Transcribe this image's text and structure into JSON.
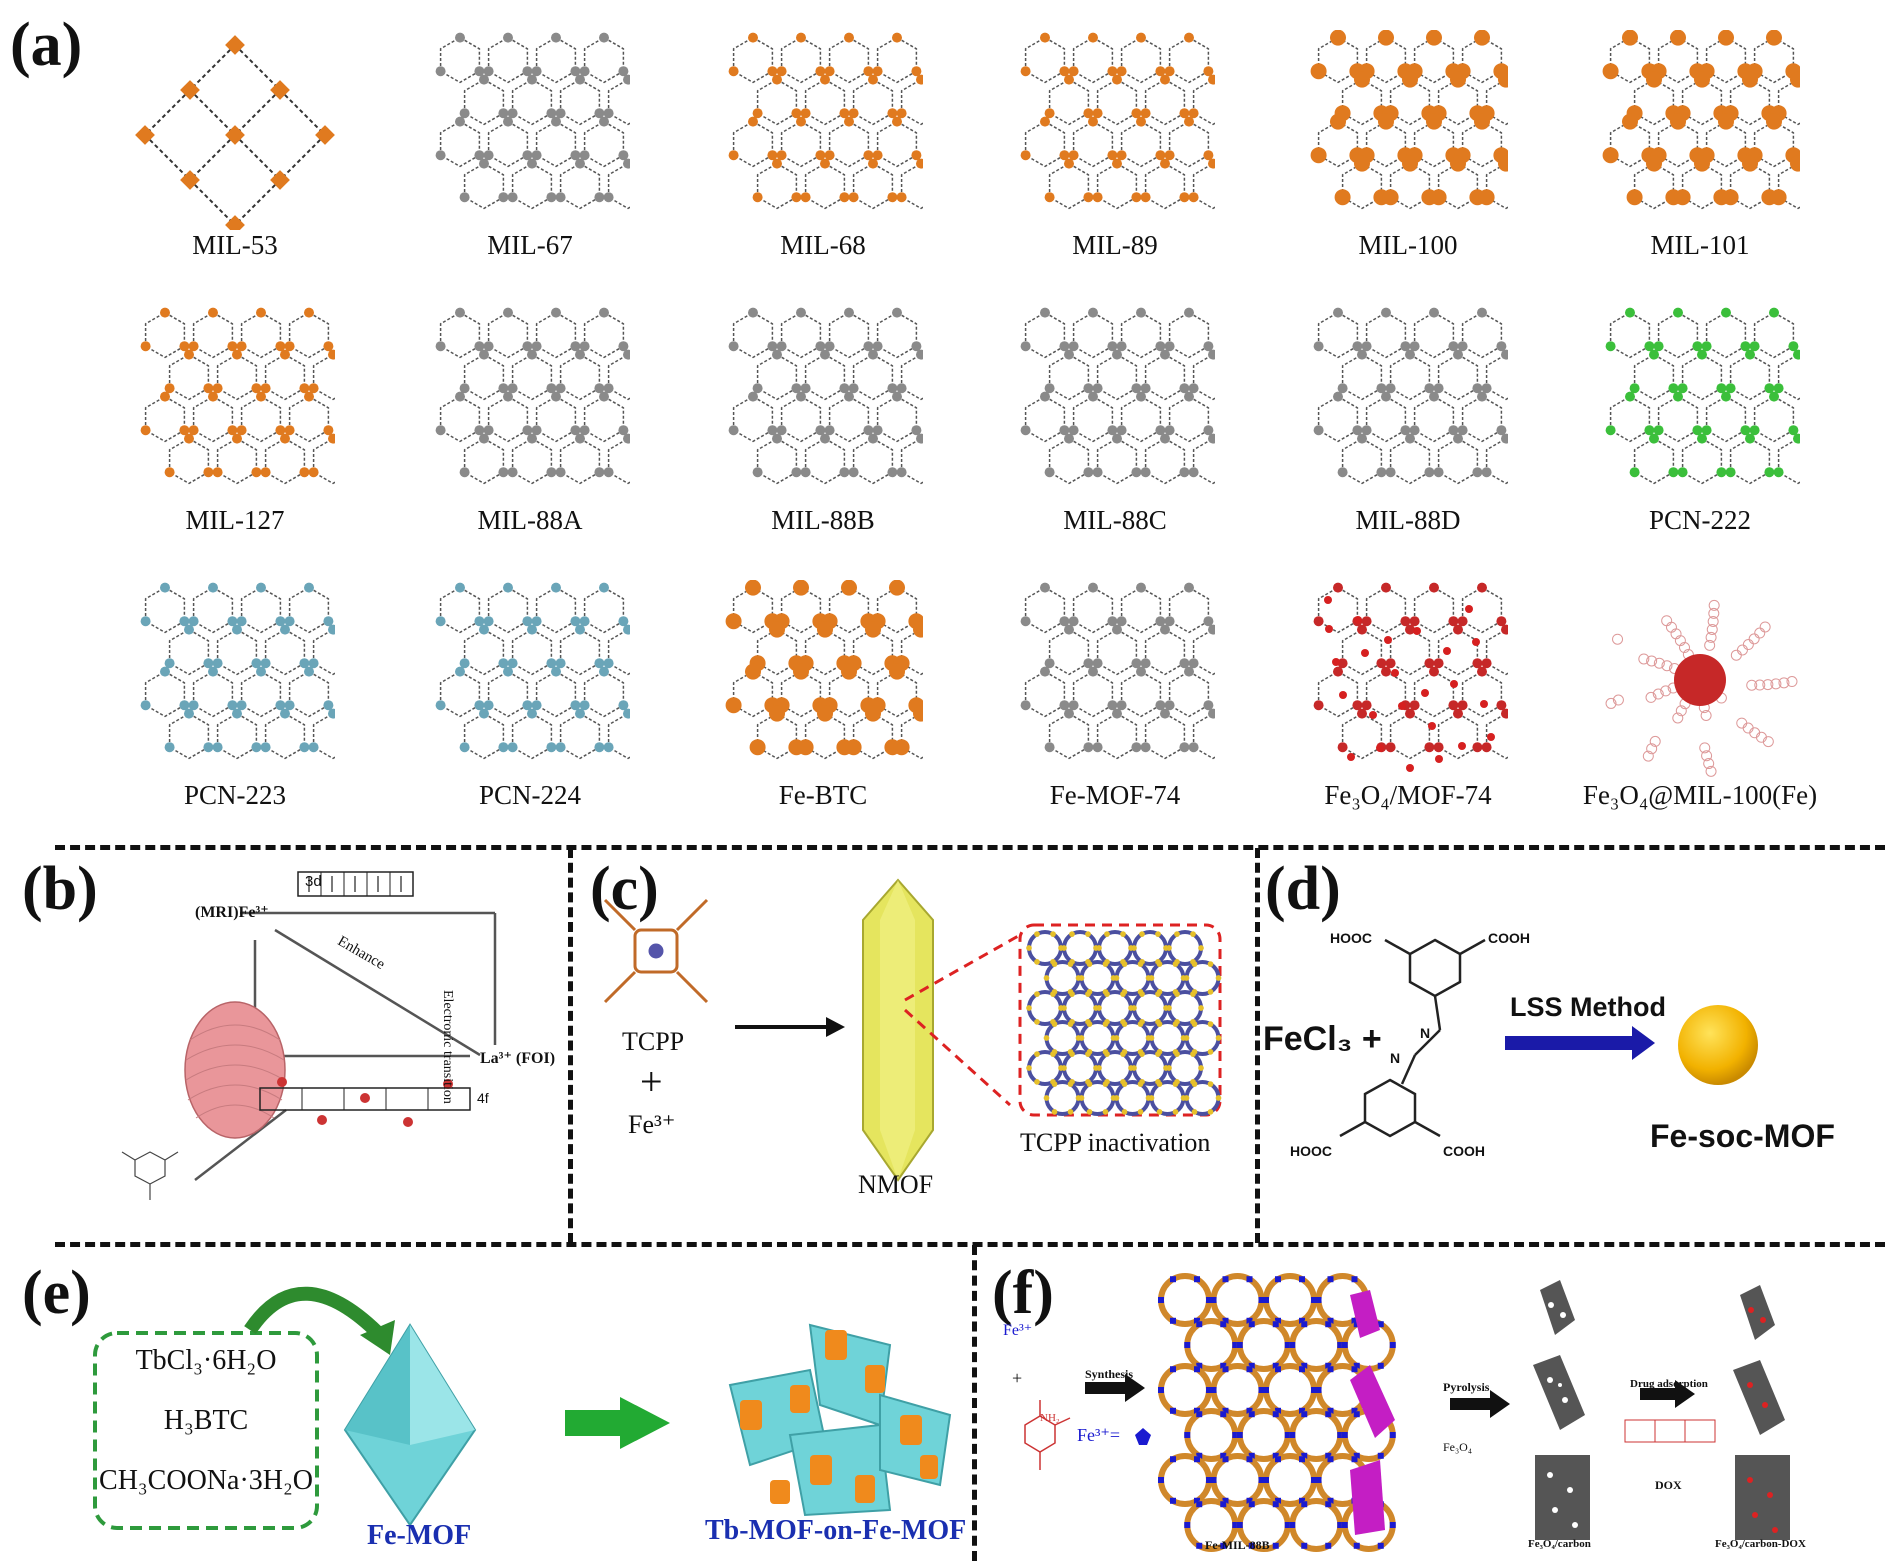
{
  "panels": {
    "a": {
      "letter": "(a)",
      "structures": [
        {
          "label": "MIL-53"
        },
        {
          "label": "MIL-67"
        },
        {
          "label": "MIL-68"
        },
        {
          "label": "MIL-89"
        },
        {
          "label": "MIL-100"
        },
        {
          "label": "MIL-101"
        },
        {
          "label": "MIL-127"
        },
        {
          "label": "MIL-88A"
        },
        {
          "label": "MIL-88B"
        },
        {
          "label": "MIL-88C"
        },
        {
          "label": "MIL-88D"
        },
        {
          "label": "PCN-222"
        },
        {
          "label": "PCN-223"
        },
        {
          "label": "PCN-224"
        },
        {
          "label": "Fe-BTC"
        },
        {
          "label": "Fe-MOF-74"
        },
        {
          "label": "Fe₃O₄/MOF-74"
        },
        {
          "label": "Fe₃O₄@MIL-100(Fe)"
        }
      ]
    },
    "b": {
      "letter": "(b)",
      "orbital_3d": "3d",
      "orbital_4f": "4f",
      "mri_label": "(MRI)Fe³⁺",
      "enhance": "Enhance",
      "electronic_transition": "Electronic transition",
      "la_label": "La³⁺ (FOI)"
    },
    "c": {
      "letter": "(c)",
      "tcpp": "TCPP",
      "plus": "+",
      "fe": "Fe³⁺",
      "nmof": "NMOF",
      "inactivation": "TCPP inactivation"
    },
    "d": {
      "letter": "(d)",
      "cooh": "COOH",
      "hooc": "HOOC",
      "n": "N",
      "fecl3": "FeCl₃ +",
      "method": "LSS Method",
      "product": "Fe-soc-MOF"
    },
    "e": {
      "letter": "(e)",
      "reagents": [
        "TbCl₃·6H₂O",
        "H₃BTC",
        "CH₃COONa·3H₂O"
      ],
      "fe_mof": "Fe-MOF",
      "tb_on_fe": "Tb-MOF-on-Fe-MOF"
    },
    "f": {
      "letter": "(f)",
      "fe3": "Fe³⁺",
      "plus": "+",
      "nh2": "NH₂",
      "synthesis": "Synthesis",
      "fe3_eq": "Fe³⁺=",
      "fe_mil_88b": "Fe-MIL-88B",
      "pyrolysis": "Pyrolysis",
      "fe3o4": "Fe₃O₄",
      "fe3o4_carbon": "Fe₃O₄/carbon",
      "drug_adsorption": "Drug adsorption",
      "dox": "DOX",
      "final": "Fe₃O₄/carbon-DOX"
    }
  },
  "colors": {
    "orange": "#e07a1f",
    "gray": "#8a8a8a",
    "pink": "#e9969a",
    "yellow": "#e8e86a",
    "cyan": "#6fd3d8",
    "blue_arrow": "#1a1aa8",
    "green_arrow": "#22aa33",
    "magenta": "#c41ec4",
    "red": "#cc2222"
  }
}
